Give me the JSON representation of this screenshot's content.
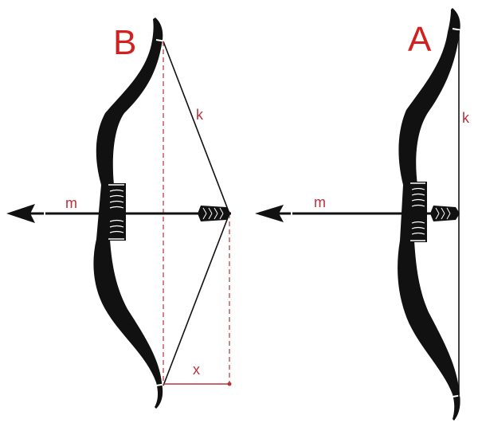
{
  "bows": {
    "drawn": {
      "letter": "B",
      "string_label": "k",
      "arrow_label": "m",
      "draw_label": "x"
    },
    "rest": {
      "letter": "A",
      "string_label": "k",
      "arrow_label": "m"
    }
  },
  "colors": {
    "ink": "#111111",
    "accent": "#d21f1f",
    "dash": "#b8323a"
  }
}
